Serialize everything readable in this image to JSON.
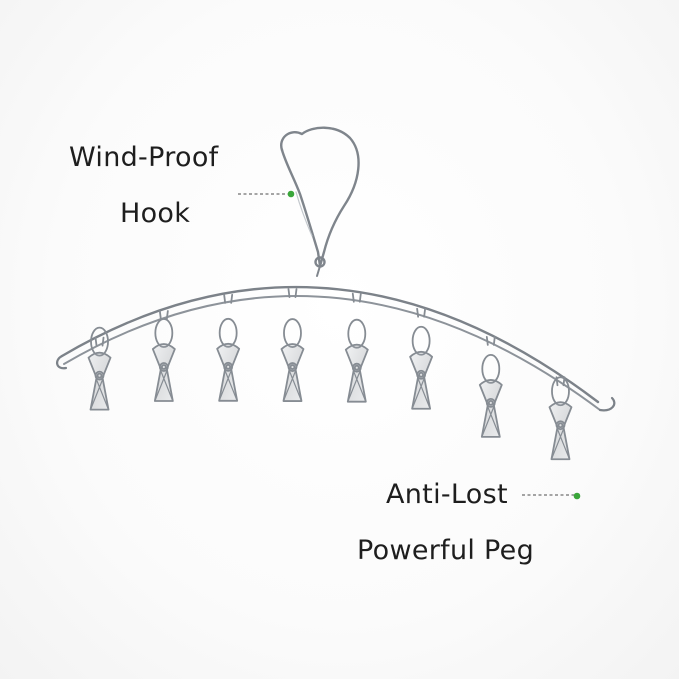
{
  "callouts": {
    "hook": {
      "line1": "Wind-Proof",
      "line2": "Hook"
    },
    "peg": {
      "line1": "Anti-Lost",
      "line2": "Powerful Peg"
    }
  },
  "colors": {
    "background": "#ffffff",
    "metal": "#8a8f96",
    "metal_highlight": "#e9ecef",
    "marker": "#3aa63a",
    "text": "#1e1e1e"
  },
  "product": {
    "name": "stainless steel clothes-peg hanger",
    "peg_count": 8
  }
}
